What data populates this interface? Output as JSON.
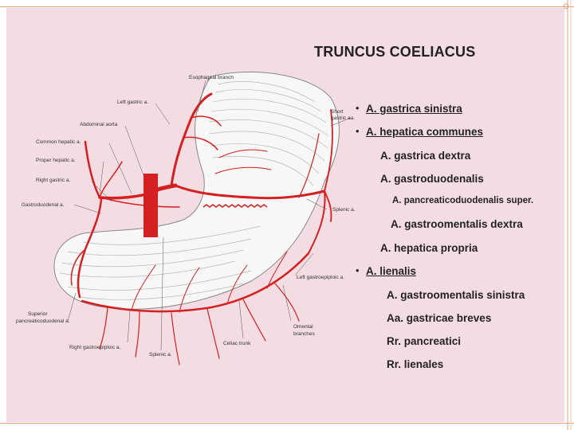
{
  "slide": {
    "title": "TRUNCUS COELIACUS",
    "items": [
      {
        "text": "A. gastrica sinistra",
        "bullet": true,
        "underline": true
      },
      {
        "text": "A. hepatica communes",
        "bullet": true,
        "underline": true
      },
      {
        "text": "A. gastrica dextra",
        "bullet": false,
        "underline": false
      },
      {
        "text": "A. gastroduodenalis",
        "bullet": false,
        "underline": false
      },
      {
        "text": "A. pancreaticoduodenalis super.",
        "bullet": false,
        "underline": false
      },
      {
        "text": "A. gastroomentalis dextra",
        "bullet": false,
        "underline": false
      },
      {
        "text": "A. hepatica propria",
        "bullet": false,
        "underline": false
      },
      {
        "text": "A. lienalis",
        "bullet": true,
        "underline": true
      },
      {
        "text": "A. gastroomentalis sinistra",
        "bullet": false,
        "underline": false
      },
      {
        "text": "Aa. gastricae breves",
        "bullet": false,
        "underline": false
      },
      {
        "text": "Rr. pancreatici",
        "bullet": false,
        "underline": false
      },
      {
        "text": "Rr. lienales",
        "bullet": false,
        "underline": false
      }
    ],
    "bullet_symbol": "•"
  },
  "figure": {
    "labels": {
      "esophageal": "Esophageal branch",
      "left_gastric": "Left gastric a.",
      "abdominal_aorta": "Abdominal aorta",
      "common_hepatic": "Common hepatic a.",
      "proper_hepatic": "Proper hepatic a.",
      "right_gastric": "Right gastric a.",
      "gastroduodenal": "Gastroduodenal a.",
      "short_gastric_1": "Short",
      "short_gastric_2": "gastric aa.",
      "splenic_right": "Splenic a.",
      "left_gastroepiploic": "Left gastroepiploic a.",
      "superior_pd_1": "Superior",
      "superior_pd_2": "pancreaticoduodenal a.",
      "right_gastroepiploic": "Right gastroepiploic a.",
      "splenic_bottom": "Splenic a.",
      "celiac": "Celiac trunk",
      "omental_1": "Omental",
      "omental_2": "branches"
    }
  },
  "colors": {
    "background": "#f4dde2",
    "artery": "#d42020",
    "stomach": "#f7f7f7",
    "frame_accent": "#e8a07a"
  }
}
